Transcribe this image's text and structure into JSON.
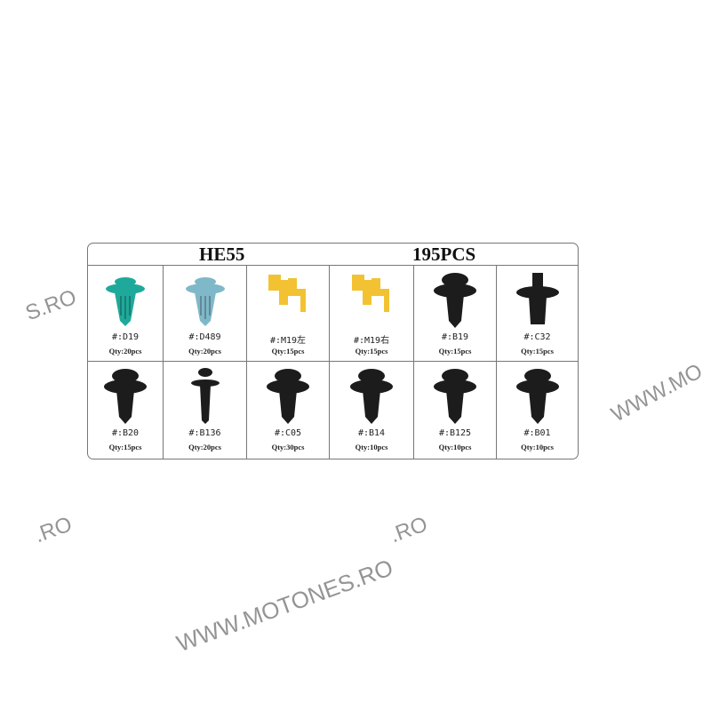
{
  "header": {
    "model": "HE55",
    "total": "195PCS"
  },
  "items": [
    {
      "code": "#:D19",
      "qty": "Qty:20pcs",
      "color": "#1fa99a",
      "shape": "trim-panel-clip"
    },
    {
      "code": "#:D489",
      "qty": "Qty:20pcs",
      "color": "#7fb8c8",
      "shape": "trim-panel-clip"
    },
    {
      "code": "#:M19左",
      "qty": "Qty:15pcs",
      "color": "#f2c232",
      "shape": "rod-clip"
    },
    {
      "code": "#:M19右",
      "qty": "Qty:15pcs",
      "color": "#f2c232",
      "shape": "rod-clip"
    },
    {
      "code": "#:B19",
      "qty": "Qty:15pcs",
      "color": "#1c1c1c",
      "shape": "push-rivet"
    },
    {
      "code": "#:C32",
      "qty": "Qty:15pcs",
      "color": "#1c1c1c",
      "shape": "screw-rivet"
    },
    {
      "code": "#:B20",
      "qty": "Qty:15pcs",
      "color": "#1c1c1c",
      "shape": "push-rivet"
    },
    {
      "code": "#:B136",
      "qty": "Qty:20pcs",
      "color": "#1c1c1c",
      "shape": "fir-tree-clip"
    },
    {
      "code": "#:C05",
      "qty": "Qty:30pcs",
      "color": "#1c1c1c",
      "shape": "push-rivet"
    },
    {
      "code": "#:B14",
      "qty": "Qty:10pcs",
      "color": "#1c1c1c",
      "shape": "push-rivet"
    },
    {
      "code": "#:B125",
      "qty": "Qty:10pcs",
      "color": "#1c1c1c",
      "shape": "push-rivet"
    },
    {
      "code": "#:B01",
      "qty": "Qty:10pcs",
      "color": "#1c1c1c",
      "shape": "push-rivet"
    }
  ],
  "watermarks": [
    "WWW.MOTONES.RO",
    "S.RO",
    "WWW.MO",
    ".RO"
  ]
}
